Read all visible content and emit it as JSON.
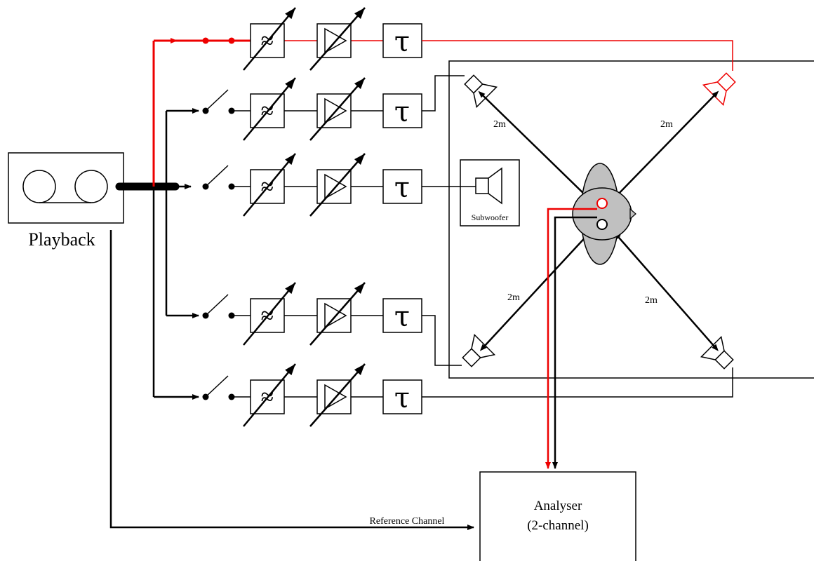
{
  "labels": {
    "playback": "Playback",
    "subwoofer": "Subwoofer",
    "analyser_line1": "Analyser",
    "analyser_line2": "(2-channel)",
    "reference_channel": "Reference Channel",
    "distance": "2m",
    "delay_symbol": "τ",
    "filter_symbol": "≈"
  },
  "colors": {
    "signal": "#000000",
    "highlight": "#ee0000",
    "listener": "#c0c0c0"
  }
}
